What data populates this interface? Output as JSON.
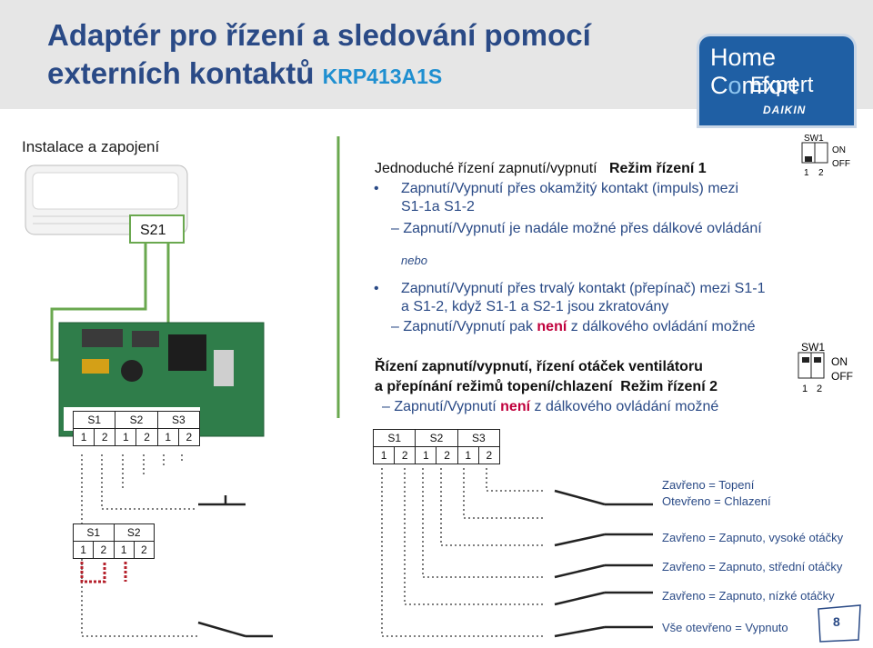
{
  "header": {
    "title_line1": "Adaptér pro řízení a sledování pomocí",
    "title_line2": "externích kontaktů",
    "model": "KRP413A1S",
    "logo_line1": "Home C",
    "logo_line1b": "mfort",
    "logo_line2": "Expert",
    "logo_brand": "DAIKIN"
  },
  "section_label": "Instalace a zapojení",
  "unit_label": "S21",
  "mode1": {
    "heading": "Jednoduché řízení zapnutí/vypnutí",
    "heading_mode": "Režim řízení 1",
    "bullet1_a": "Zapnutí/Vypnutí přes okamžitý kontakt (impuls) mezi",
    "bullet1_b": "S1-1a S1-2",
    "sub1": "– Zapnutí/Vypnutí je nadále možné přes dálkové ovládání",
    "or": "nebo",
    "bullet2_a": "Zapnutí/Vypnutí přes trvalý kontakt (přepínač) mezi S1-1",
    "bullet2_b": "a S1-2, když S1-1 a S2-1 jsou zkratovány",
    "sub2_pre": "– Zapnutí/Vypnutí pak ",
    "sub2_red": "není",
    "sub2_post": " z dálkového ovládání možné"
  },
  "mode2": {
    "heading_line1": "Řízení zapnutí/vypnutí, řízení otáček ventilátoru",
    "heading_line2a": "a přepínání režimů topení/chlazení",
    "heading_line2b": "Režim řízení 2",
    "sub_pre": "– Zapnutí/Vypnutí ",
    "sub_red": "není",
    "sub_post": " z dálkového ovládání možné"
  },
  "switch1": {
    "name": "SW1",
    "on": "ON",
    "off": "OFF",
    "pin1": "1",
    "pin2": "2"
  },
  "switch2": {
    "name": "SW1",
    "on": "ON",
    "off": "OFF",
    "pin1": "1",
    "pin2": "2"
  },
  "terminal_groups": [
    "S1",
    "S2",
    "S3"
  ],
  "terminal_pins": [
    "1",
    "2",
    "1",
    "2",
    "1",
    "2"
  ],
  "terminal_small_groups": [
    "S1",
    "S2"
  ],
  "terminal_small_pins": [
    "1",
    "2",
    "1",
    "2"
  ],
  "annotations": {
    "a1": "Zavřeno  = Topení",
    "a2": "Otevřeno = Chlazení",
    "a3": "Zavřeno = Zapnuto, vysoké otáčky",
    "a4": "Zavřeno = Zapnuto, střední otáčky",
    "a5": "Zavřeno = Zapnuto, nízké otáčky",
    "a6": "Vše otevřeno = Vypnuto"
  },
  "page_number": "8",
  "colors": {
    "title": "#2a4a86",
    "accent": "#1f8fd0",
    "wire": "#6aa84f",
    "red_wire": "#b5202b",
    "warning": "#c0003c"
  }
}
